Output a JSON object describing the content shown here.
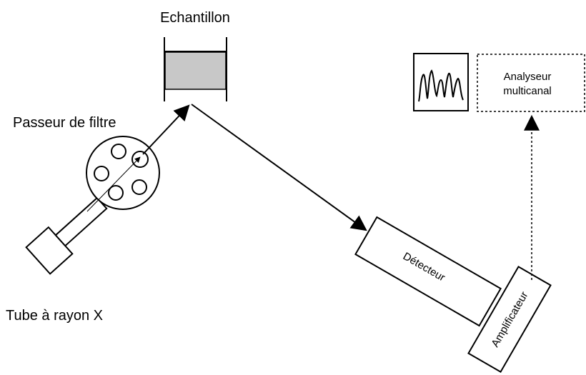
{
  "labels": {
    "sample": "Echantillon",
    "filter_changer": "Passeur de filtre",
    "xray_tube": "Tube à rayon X",
    "analyzer_line1": "Analyseur",
    "analyzer_line2": "multicanal",
    "detector": "Détecteur",
    "amplifier": "Amplificateur"
  },
  "colors": {
    "sample_fill": "#c8c8c8",
    "stroke": "#000000"
  }
}
